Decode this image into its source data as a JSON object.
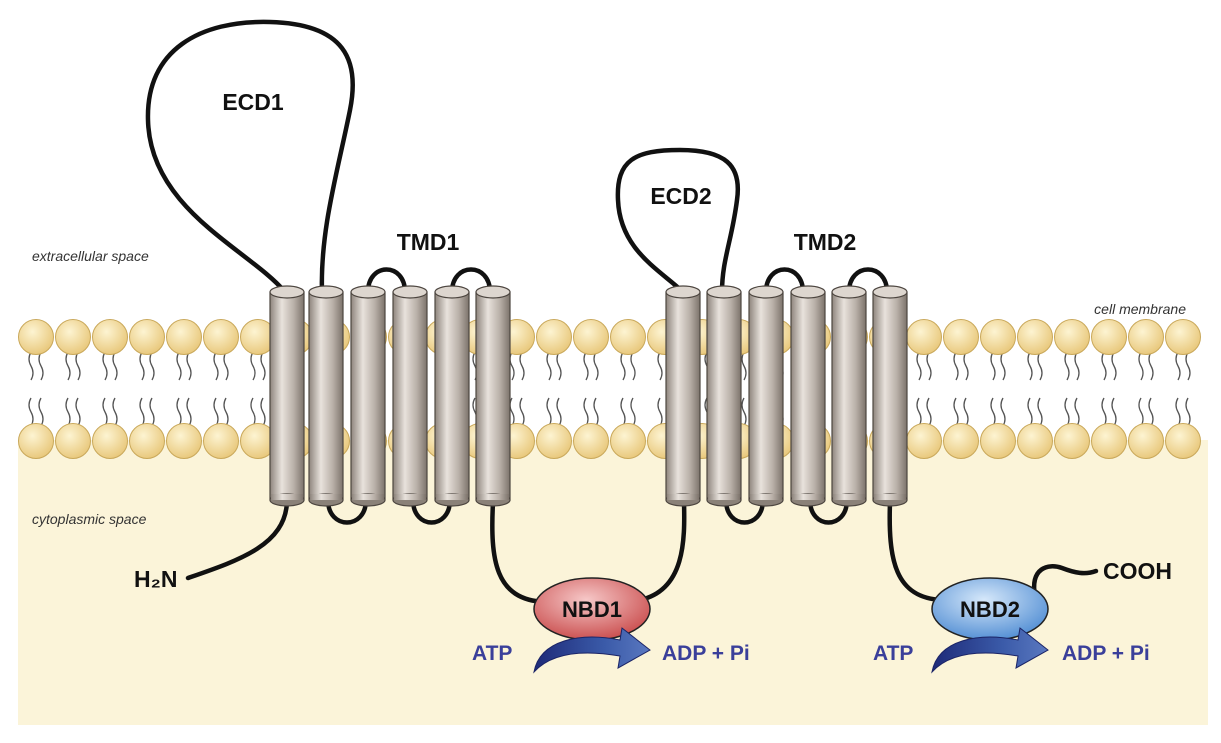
{
  "regions": {
    "extracellular": "extracellular space",
    "cytoplasmic": "cytoplasmic space",
    "membrane": "cell membrane"
  },
  "domains": {
    "ecd1": "ECD1",
    "ecd2": "ECD2",
    "tmd1": "TMD1",
    "tmd2": "TMD2",
    "nbd1": "NBD1",
    "nbd2": "NBD2"
  },
  "termini": {
    "n_terminus": "H₂N",
    "c_terminus": "COOH"
  },
  "reactions": {
    "nbd1": {
      "substrate": "ATP",
      "product": "ADP + Pi"
    },
    "nbd2": {
      "substrate": "ATP",
      "product": "ADP + Pi"
    }
  },
  "colors": {
    "cytoplasm": "#fbf4d9",
    "lipid_head": "#f4dea0",
    "helix": "#c4bcb4",
    "nbd1": "#d45a5a",
    "nbd2": "#5a96d8",
    "reaction_arrow": "#3a4a9a",
    "reaction_text": "#3a3f9a"
  },
  "icons": {
    "helix": "cylinder-icon",
    "reaction": "curved-arrow-icon"
  }
}
